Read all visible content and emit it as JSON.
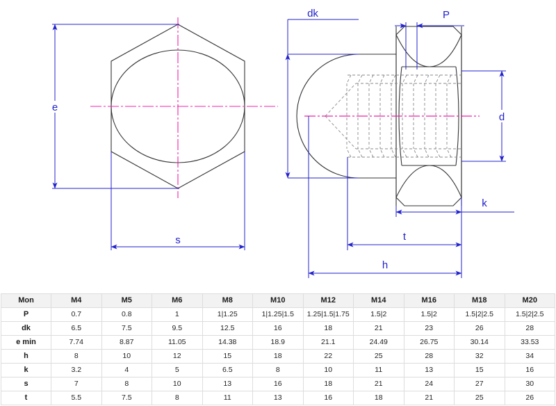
{
  "drawing": {
    "title": "Hexagon domed cap nut dimension drawing",
    "colors": {
      "outline": "#333333",
      "dimension": "#2222cc",
      "centerline": "#ee22aa",
      "hidden": "#888888",
      "background": "#ffffff"
    },
    "front_view": {
      "name": "hexagon-front-view",
      "labels": {
        "e": "e",
        "s": "s"
      }
    },
    "side_view": {
      "name": "cap-nut-side-view",
      "labels": {
        "dk": "dk",
        "P": "P",
        "d": "d",
        "k": "k",
        "t": "t",
        "h": "h"
      }
    }
  },
  "table": {
    "name": "dimension-table",
    "corner_header": "Mon",
    "columns": [
      "M4",
      "M5",
      "M6",
      "M8",
      "M10",
      "M12",
      "M14",
      "M16",
      "M18",
      "M20"
    ],
    "rows": [
      {
        "label": "P",
        "values": [
          "0.7",
          "0.8",
          "1",
          "1|1.25",
          "1|1.25|1.5",
          "1.25|1.5|1.75",
          "1.5|2",
          "1.5|2",
          "1.5|2|2.5",
          "1.5|2|2.5"
        ]
      },
      {
        "label": "dk",
        "values": [
          "6.5",
          "7.5",
          "9.5",
          "12.5",
          "16",
          "18",
          "21",
          "23",
          "26",
          "28"
        ]
      },
      {
        "label": "e min",
        "values": [
          "7.74",
          "8.87",
          "11.05",
          "14.38",
          "18.9",
          "21.1",
          "24.49",
          "26.75",
          "30.14",
          "33.53"
        ]
      },
      {
        "label": "h",
        "values": [
          "8",
          "10",
          "12",
          "15",
          "18",
          "22",
          "25",
          "28",
          "32",
          "34"
        ]
      },
      {
        "label": "k",
        "values": [
          "3.2",
          "4",
          "5",
          "6.5",
          "8",
          "10",
          "11",
          "13",
          "15",
          "16"
        ]
      },
      {
        "label": "s",
        "values": [
          "7",
          "8",
          "10",
          "13",
          "16",
          "18",
          "21",
          "24",
          "27",
          "30"
        ]
      },
      {
        "label": "t",
        "values": [
          "5.5",
          "7.5",
          "8",
          "11",
          "13",
          "16",
          "18",
          "21",
          "25",
          "26"
        ]
      }
    ]
  }
}
